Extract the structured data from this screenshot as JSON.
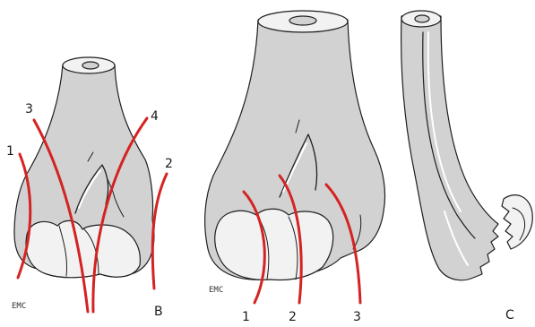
{
  "figures": [
    {
      "id": "left",
      "panel_label": "B",
      "signature": "EMC",
      "line_labels": [
        "1",
        "2",
        "3",
        "4"
      ]
    },
    {
      "id": "middle",
      "panel_label": "",
      "signature": "EMC",
      "line_labels": [
        "1",
        "2",
        "3"
      ]
    },
    {
      "id": "right",
      "panel_label": "C",
      "signature": "",
      "line_labels": []
    }
  ],
  "colors": {
    "bone": "#d2d2d2",
    "bone_light": "#f2f2f2",
    "outline": "#1e1e1e",
    "fracture_line": "#d42323"
  }
}
